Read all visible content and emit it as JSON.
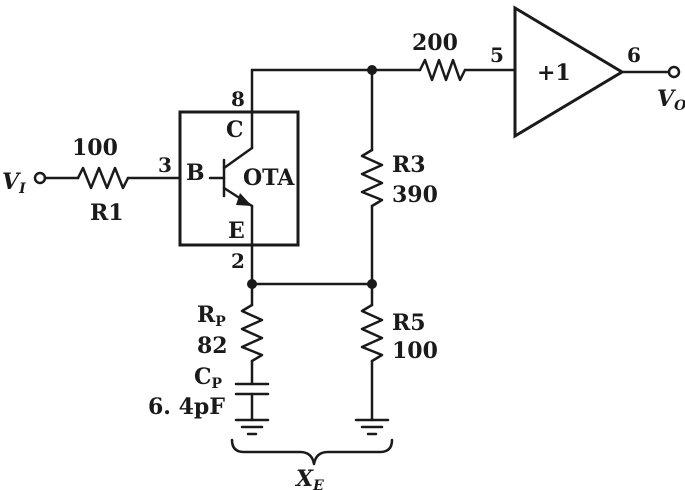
{
  "components": {
    "input": {
      "label": "V",
      "sub": "I"
    },
    "r1": {
      "value": "100",
      "name": "R1"
    },
    "ota": {
      "name": "OTA",
      "b": "B",
      "c": "C",
      "e": "E",
      "pin_b": "3",
      "pin_c": "8",
      "pin_e": "2"
    },
    "r_series": {
      "value": "200"
    },
    "buffer": {
      "label": "+1",
      "pin_in": "5",
      "pin_out": "6"
    },
    "output": {
      "label": "V",
      "sub": "O"
    },
    "r3": {
      "name": "R3",
      "value": "390"
    },
    "rp": {
      "name": "R",
      "sub": "P",
      "value": "82"
    },
    "cp": {
      "name": "C",
      "sub": "P",
      "value": "6. 4pF"
    },
    "r5": {
      "name": "R5",
      "value": "100"
    },
    "xe": {
      "name": "X",
      "sub": "E"
    }
  },
  "colors": {
    "ink": "#1a1a1a",
    "background": "#ffffff"
  }
}
